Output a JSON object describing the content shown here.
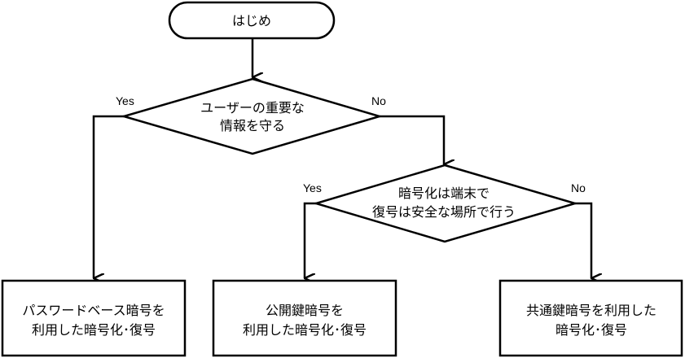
{
  "colors": {
    "stroke": "#000000",
    "fill": "#ffffff",
    "text": "#000000"
  },
  "nodes": {
    "start": {
      "label": "はじめ"
    },
    "decision1": {
      "line1": "ユーザーの重要な",
      "line2": "情報を守る"
    },
    "decision2": {
      "line1": "暗号化は端末で",
      "line2": "復号は安全な場所で行う"
    },
    "box_left": {
      "line1": "パスワードベース暗号を",
      "line2": "利用した暗号化･復号"
    },
    "box_mid": {
      "line1": "公開鍵暗号を",
      "line2": "利用した暗号化･復号"
    },
    "box_right": {
      "line1": "共通鍵暗号を利用した",
      "line2": "暗号化･復号"
    }
  },
  "edges": {
    "d1_yes": "Yes",
    "d1_no": "No",
    "d2_yes": "Yes",
    "d2_no": "No"
  }
}
